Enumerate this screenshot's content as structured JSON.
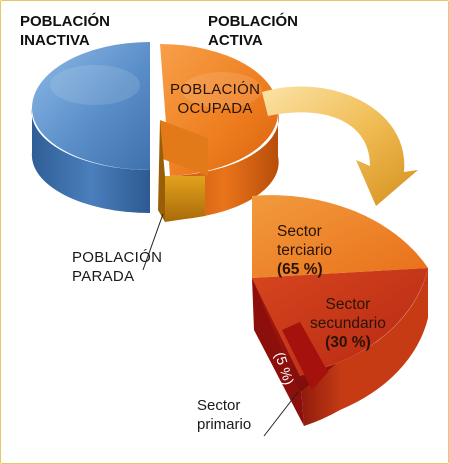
{
  "labels": {
    "inactiva": {
      "line1": "POBLACIÓN",
      "line2": "INACTIVA"
    },
    "activa": {
      "line1": "POBLACIÓN",
      "line2": "ACTIVA"
    },
    "ocupada": {
      "line1": "POBLACIÓN",
      "line2": "OCUPADA"
    },
    "parada": {
      "line1": "POBLACIÓN",
      "line2": "PARADA"
    },
    "terciario": {
      "line1": "Sector",
      "line2": "terciario",
      "value": "(65 %)"
    },
    "secundario": {
      "line1": "Sector",
      "line2": "secundario",
      "value": "(30 %)"
    },
    "primario": {
      "line1": "Sector",
      "line2": "primario",
      "value": "(5 %)"
    }
  },
  "colors": {
    "inactiva": "#5b8fc9",
    "activa": "#ee7d1e",
    "parada": "#c9880f",
    "terciario": "#f08a2a",
    "secundario": "#c8321a",
    "primario": "#a0140f",
    "arrow": "#e8ad3a",
    "frame": "#e6c76a"
  }
}
